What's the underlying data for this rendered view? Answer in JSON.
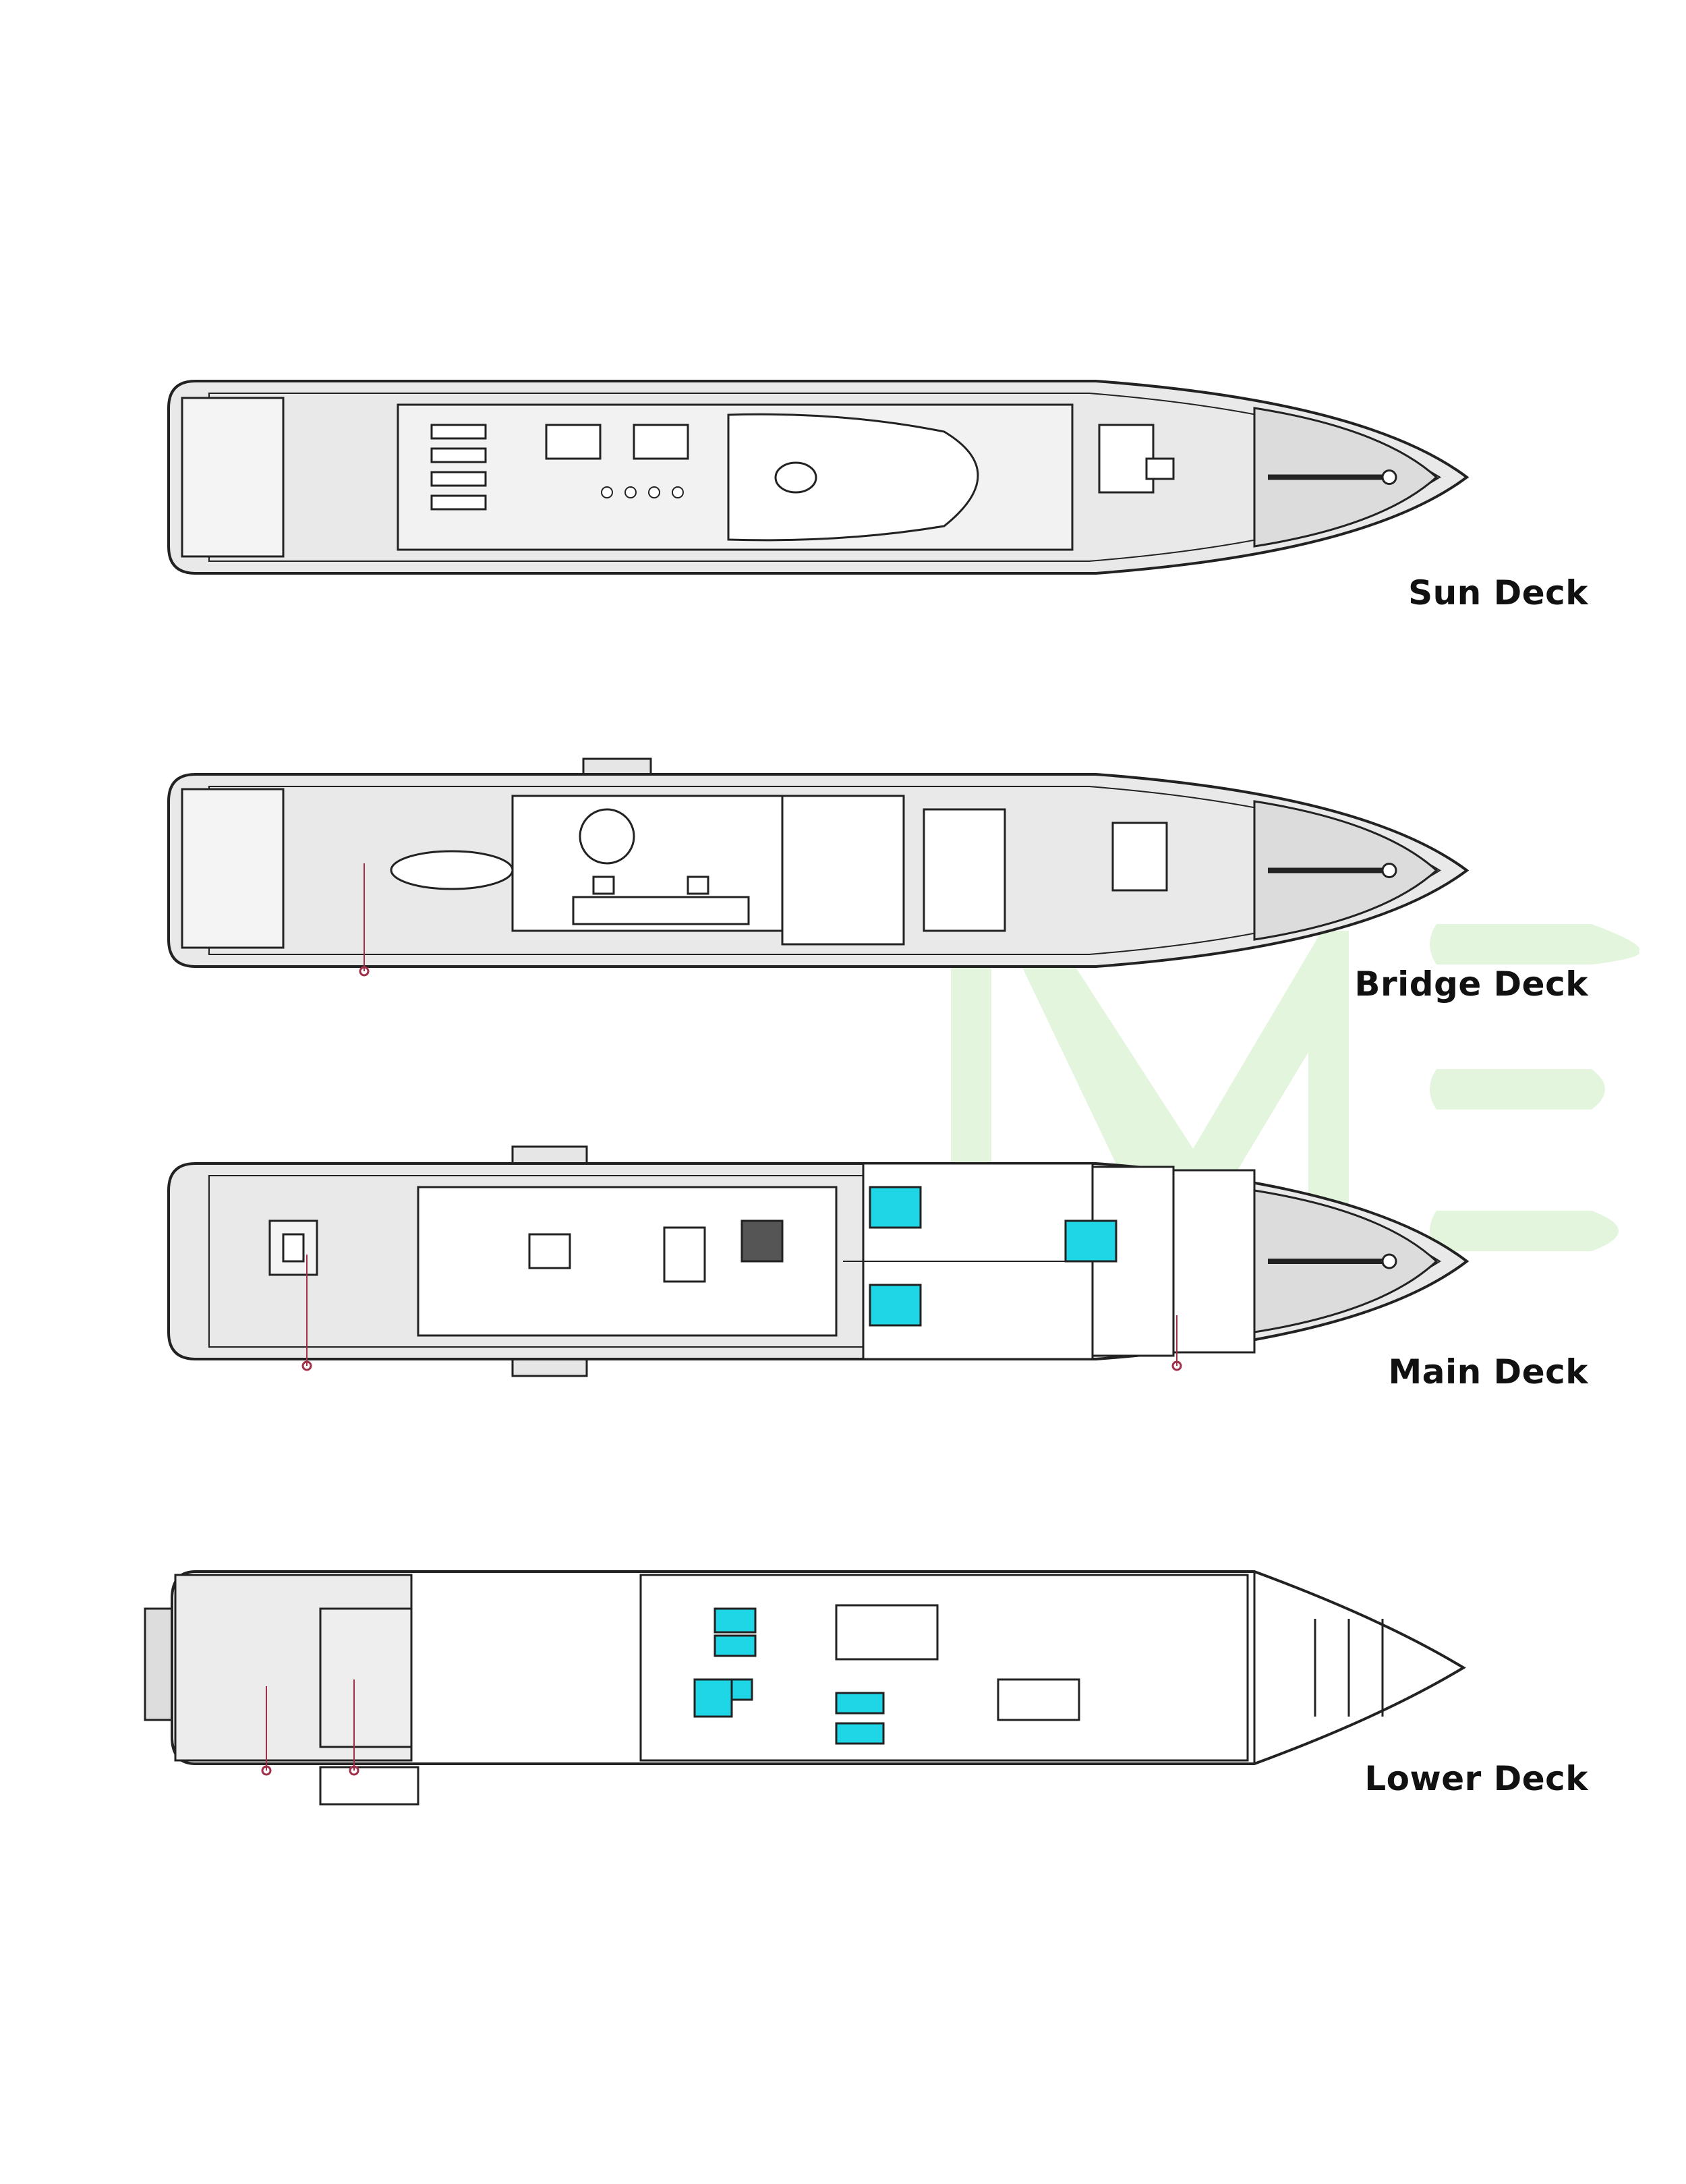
{
  "decks": [
    {
      "id": "sun",
      "label": "Sun Deck"
    },
    {
      "id": "bridge",
      "label": "Bridge Deck"
    },
    {
      "id": "main",
      "label": "Main Deck"
    },
    {
      "id": "lower",
      "label": "Lower Deck"
    }
  ],
  "watermark": {
    "text": "ME",
    "color": "#dff3d8"
  },
  "colors": {
    "line": "#222222",
    "deck_fill": "#e9e9e9",
    "cabin": "#1fd6e6",
    "marker": "#a0304a"
  }
}
